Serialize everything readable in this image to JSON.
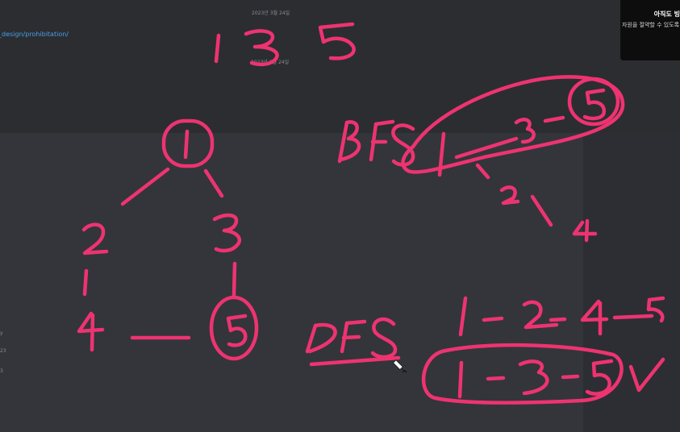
{
  "background": {
    "link_text": "_design/prohibitation/",
    "date_1": "2023년 3월 24일",
    "date_2": "2023년 3월 24일",
    "edge_marks": [
      "y",
      "23",
      "3"
    ]
  },
  "notification": {
    "title": "아직도 빙",
    "body": "자원을 절약할 수 있도록"
  },
  "colors": {
    "ink": "#ee3371",
    "background": "#2f3136",
    "link": "#4a9ee8"
  },
  "cursor": {
    "icon": "pen-cursor-icon"
  }
}
